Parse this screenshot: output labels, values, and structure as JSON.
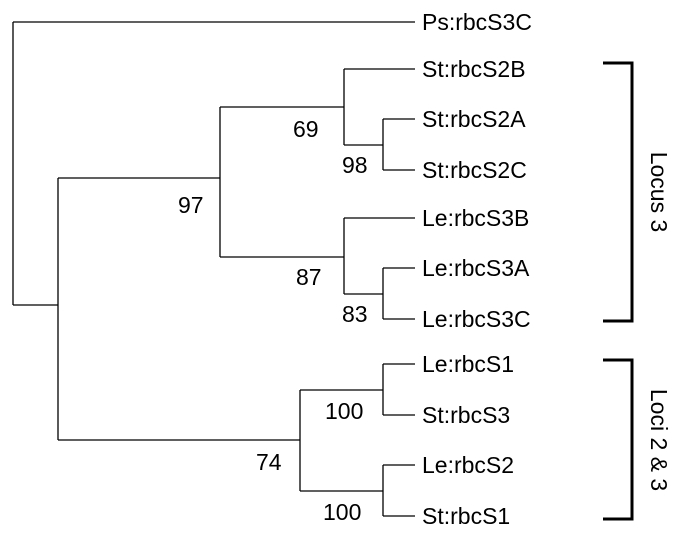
{
  "tree": {
    "leaves": [
      "Ps:rbcS3C",
      "St:rbcS2B",
      "St:rbcS2A",
      "St:rbcS2C",
      "Le:rbcS3B",
      "Le:rbcS3A",
      "Le:rbcS3C",
      "Le:rbcS1",
      "St:rbcS3",
      "Le:rbcS2",
      "St:rbcS1"
    ],
    "support_values": [
      "69",
      "98",
      "97",
      "87",
      "83",
      "100",
      "74",
      "100"
    ],
    "groups": [
      {
        "label": "Locus 3",
        "members": [
          "St:rbcS2B",
          "St:rbcS2A",
          "St:rbcS2C",
          "Le:rbcS3B",
          "Le:rbcS3A",
          "Le:rbcS3C"
        ]
      },
      {
        "label": "Loci 2 & 3",
        "members": [
          "Le:rbcS1",
          "St:rbcS3",
          "Le:rbcS2",
          "St:rbcS1"
        ]
      }
    ]
  }
}
